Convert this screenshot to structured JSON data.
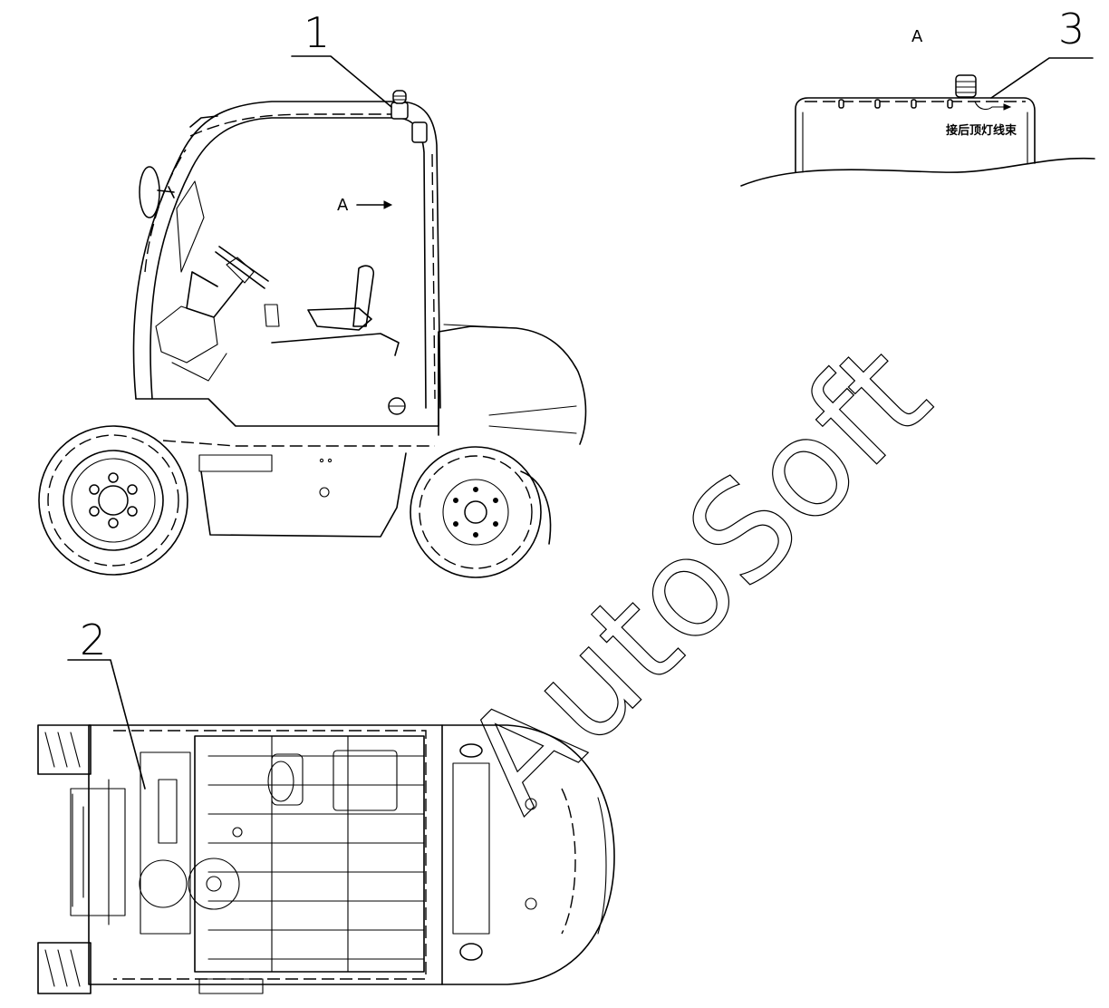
{
  "callouts": {
    "one": "1",
    "two": "2",
    "three": "3"
  },
  "view_marker": {
    "side_view": "A",
    "detail_title": "A"
  },
  "detail": {
    "note": "接后顶灯线束"
  },
  "watermark": "AutoSoft"
}
